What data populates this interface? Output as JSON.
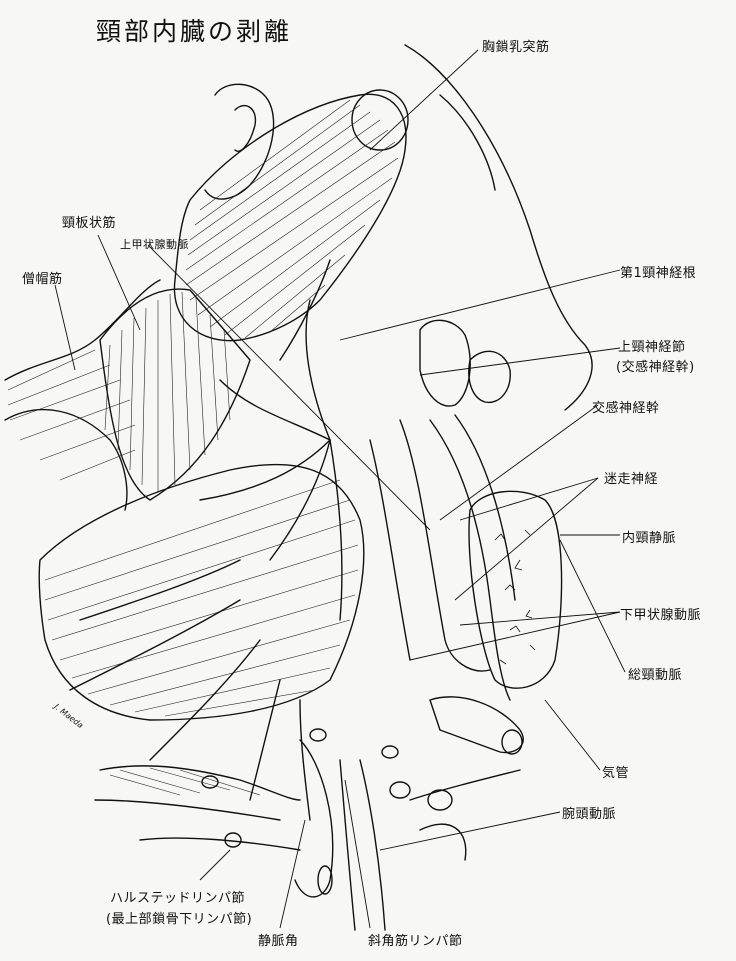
{
  "title": "頸部内臓の剥離",
  "signature": "J. Maeda",
  "labels": {
    "sternocleidomastoid": "胸鎖乳突筋",
    "splenius": "頸板状筋",
    "superior_thyroid_artery": "上甲状腺動脈",
    "trapezius": "僧帽筋",
    "c1_root": "第1頸神経根",
    "superior_cervical_ganglion": "上頸神経節",
    "sympathetic_trunk_paren": "(交感神経幹)",
    "sympathetic_trunk": "交感神経幹",
    "vagus": "迷走神経",
    "internal_jugular_vein": "内頸静脈",
    "inferior_thyroid_artery": "下甲状腺動脈",
    "common_carotid": "総頸動脈",
    "trachea": "気管",
    "brachiocephalic_artery": "腕頭動脈",
    "halsted_node": "ハルステッドリンパ節",
    "halsted_node_paren": "(最上部鎖骨下リンパ節)",
    "venous_angle": "静脈角",
    "scalene_node": "斜角筋リンパ節"
  }
}
